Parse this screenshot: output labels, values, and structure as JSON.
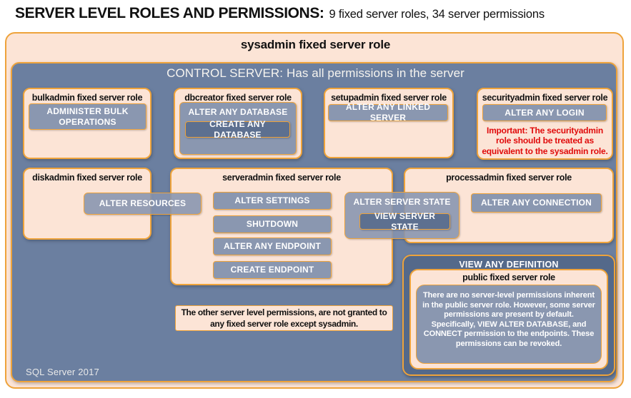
{
  "title": {
    "heading": "SERVER LEVEL ROLES AND PERMISSIONS:",
    "subheading": "9 fixed server roles, 34 server permissions"
  },
  "sysadmin": {
    "label": "sysadmin fixed server role"
  },
  "control_server": {
    "heading": "CONTROL SERVER: Has all permissions in the server",
    "footer": "SQL Server 2017"
  },
  "roles": {
    "bulkadmin": {
      "label": "bulkadmin fixed server role",
      "permission": "ADMINISTER BULK OPERATIONS"
    },
    "dbcreator": {
      "label": "dbcreator fixed server role",
      "permission": "ALTER ANY DATABASE",
      "sub_permission": "CREATE ANY DATABASE"
    },
    "setupadmin": {
      "label": "setupadmin fixed server role",
      "permission": "ALTER ANY LINKED SERVER"
    },
    "securityadmin": {
      "label": "securityadmin fixed server role",
      "permission": "ALTER ANY LOGIN",
      "warning": "Important: The securityadmin role should be treated as equivalent to the sysadmin role."
    },
    "diskadmin": {
      "label": "diskadmin fixed server role",
      "permission": "ALTER RESOURCES"
    },
    "serveradmin": {
      "label": "serveradmin fixed server role",
      "permissions": [
        "ALTER SETTINGS",
        "SHUTDOWN",
        "ALTER ANY ENDPOINT",
        "CREATE ENDPOINT"
      ],
      "shared_permission": "ALTER SERVER STATE",
      "shared_sub_permission": "VIEW SERVER STATE"
    },
    "processadmin": {
      "label": "processadmin fixed server role",
      "permission": "ALTER ANY CONNECTION"
    },
    "public": {
      "banner": "VIEW ANY DEFINITION",
      "label": "public fixed server role",
      "note": "There are no server-level permissions inherent in the public server role. However, some server permissions are present by default. Specifically, VIEW ALTER DATABASE, and CONNECT permission to the endpoints. These permissions can be revoked."
    }
  },
  "footnote": "The other server level permissions, are not granted to any fixed server role except sysadmin.",
  "colors": {
    "peach": "#fce4d6",
    "gold": "#eea33b",
    "slate": "#6b7fa0",
    "button": "#8a97b0",
    "button_dark": "#5d7090",
    "panel_dark": "#54698a",
    "warning_red": "#e00b0b",
    "text_dark": "#111111",
    "text_light": "#ffffff"
  }
}
